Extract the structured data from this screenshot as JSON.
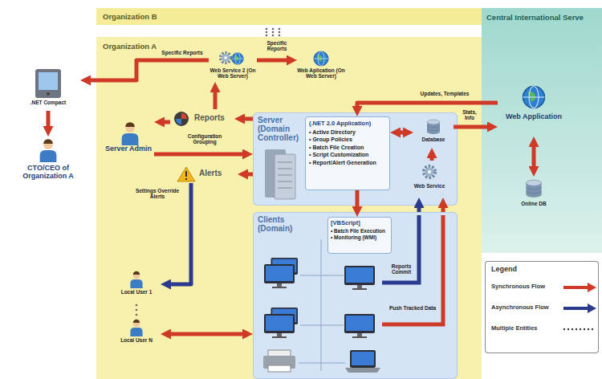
{
  "diagram": {
    "nodes": [
      {
        "text": [
          "Organization B"
        ]
      },
      {
        "text": [
          "Organization A"
        ]
      },
      {
        "text": [
          "Central International Serve"
        ]
      },
      {
        "text": [
          ".NET Compact"
        ]
      },
      {
        "text": [
          "CTO/CEO of Organization A"
        ]
      },
      {
        "text": [
          "Web Service 2 (On Web Server)"
        ],
        "in": 1
      },
      {
        "text": [
          "Web Aplication (On Web Server)"
        ],
        "in": 1
      },
      {
        "text": [
          "Reports"
        ],
        "in": 1
      },
      {
        "text": [
          "Server Admin"
        ],
        "in": 1
      },
      {
        "text": [
          "Alerts"
        ],
        "in": 1
      },
      {
        "text": [
          "Server (Domain Controller)"
        ],
        "in": 1
      },
      {
        "text": [
          "(.NET 2.0 Application)",
          "• Active Directory",
          "• Group Policies",
          "• Batch File Creation",
          "• Script Customization",
          "• Report/Alert Generation"
        ],
        "in": 10
      },
      {
        "text": [
          "Database"
        ],
        "in": 10
      },
      {
        "text": [
          "Web Service"
        ],
        "in": 10
      },
      {
        "text": [
          "Clients (Domain)"
        ],
        "in": 1
      },
      {
        "text": [
          "[VBScript]",
          "• Batch File Execution",
          "• Monitoring (WMI)"
        ],
        "in": 14
      },
      {
        "text": [
          "Local User 1"
        ],
        "in": 1
      },
      {
        "text": [
          "Local User N"
        ],
        "in": 1
      },
      {
        "text": [
          "Web Application"
        ],
        "in": 2
      },
      {
        "text": [
          "Online DB"
        ],
        "in": 2
      }
    ],
    "edges": [
      {
        "from": 3,
        "to": 4,
        "arrow": "to"
      },
      {
        "from": 5,
        "to": 3,
        "label": "Specific Reports",
        "arrow": "to"
      },
      {
        "from": 5,
        "to": 6,
        "label": "Specific Reports",
        "arrow": "to"
      },
      {
        "from": 10,
        "to": 7,
        "arrow": "to"
      },
      {
        "from": 7,
        "to": 8,
        "arrow": "to"
      },
      {
        "from": 7,
        "to": 5,
        "arrow": "to"
      },
      {
        "from": 8,
        "to": 10,
        "label": "Configuration Grouping",
        "arrow": "to"
      },
      {
        "from": 10,
        "to": 9,
        "arrow": "to"
      },
      {
        "from": 9,
        "to": 16,
        "label": "Settings Override Alerts",
        "arrow": "to"
      },
      {
        "from": 18,
        "to": 11,
        "label": "Updates, Templates",
        "arrow": "to"
      },
      {
        "from": 12,
        "to": 18,
        "label": "Stats, Info",
        "arrow": "to"
      },
      {
        "from": 18,
        "to": 19,
        "arrow": "both"
      },
      {
        "from": 11,
        "to": 12,
        "arrow": "both"
      },
      {
        "from": 11,
        "to": 15,
        "arrow": "to"
      },
      {
        "from": 13,
        "to": 12,
        "arrow": "to"
      },
      {
        "from": 14,
        "to": 13,
        "label": "Reports Commit",
        "arrow": "to"
      },
      {
        "from": 14,
        "to": 13,
        "label": "Push Tracked Data",
        "arrow": "to"
      },
      {
        "from": 17,
        "to": 14,
        "arrow": "both"
      }
    ],
    "labels": [
      "Legend"
    ],
    "legend": [
      {
        "text": "Synchronous Flow"
      },
      {
        "text": "Asynchronous Flow"
      },
      {
        "text": "Multiple Entities"
      }
    ]
  }
}
